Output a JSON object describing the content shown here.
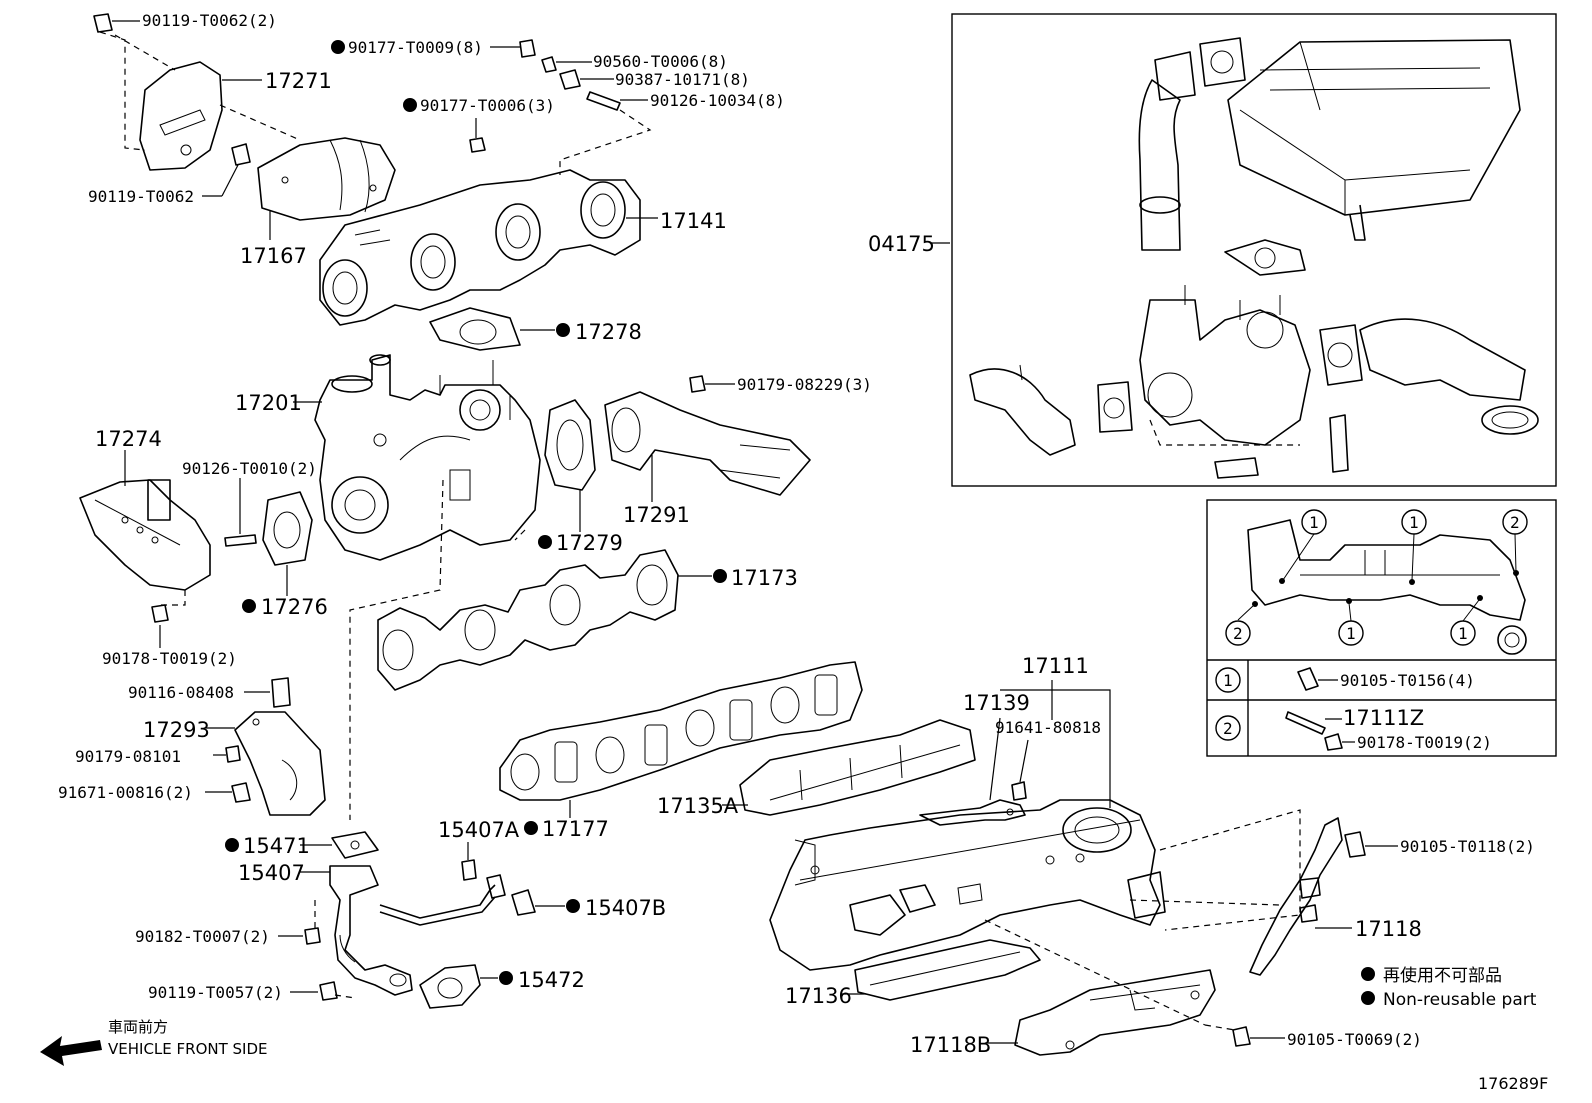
{
  "labels": {
    "l_90119_t0062_2": "90119-T0062(2)",
    "l_17271": "17271",
    "l_90119_t0062": "90119-T0062",
    "l_17167": "17167",
    "l_90177_t0009": "90177-T0009(8)",
    "l_90560_t0006": "90560-T0006(8)",
    "l_90387_10171": "90387-10171(8)",
    "l_90126_10034": "90126-10034(8)",
    "l_90177_t0006": "90177-T0006(3)",
    "l_17141": "17141",
    "l_17278": "17278",
    "l_17201": "17201",
    "l_90179_08229": "90179-08229(3)",
    "l_17274": "17274",
    "l_90126_t0010": "90126-T0010(2)",
    "l_17279": "17279",
    "l_17291": "17291",
    "l_17276": "17276",
    "l_17173": "17173",
    "l_90178_t0019": "90178-T0019(2)",
    "l_90116_08408": "90116-08408",
    "l_17293": "17293",
    "l_90179_08101": "90179-08101",
    "l_91671_00816": "91671-00816(2)",
    "l_15471": "15471",
    "l_15407": "15407",
    "l_15407a": "15407A",
    "l_17177": "17177",
    "l_17135a": "17135A",
    "l_15407b": "15407B",
    "l_90182_t0007": "90182-T0007(2)",
    "l_90119_t0057": "90119-T0057(2)",
    "l_15472": "15472",
    "l_17136": "17136",
    "l_17118b": "17118B",
    "l_90105_t0069": "90105-T0069(2)",
    "l_90105_t0118": "90105-T0118(2)",
    "l_17118": "17118",
    "l_17111": "17111",
    "l_17139": "17139",
    "l_91641_80818": "91641-80818",
    "l_04175": "04175",
    "l_90105_t0156": "90105-T0156(4)",
    "l_17111z": "17111Z",
    "l_90178_t0019_b": "90178-T0019(2)",
    "circle_1": "1",
    "circle_2": "2"
  },
  "legend": {
    "non_reusable_jp": "再使用不可部品",
    "non_reusable_en": "Non-reusable part"
  },
  "direction": {
    "jp": "車両前方",
    "en": "VEHICLE FRONT SIDE"
  },
  "figure_code": "176289F"
}
